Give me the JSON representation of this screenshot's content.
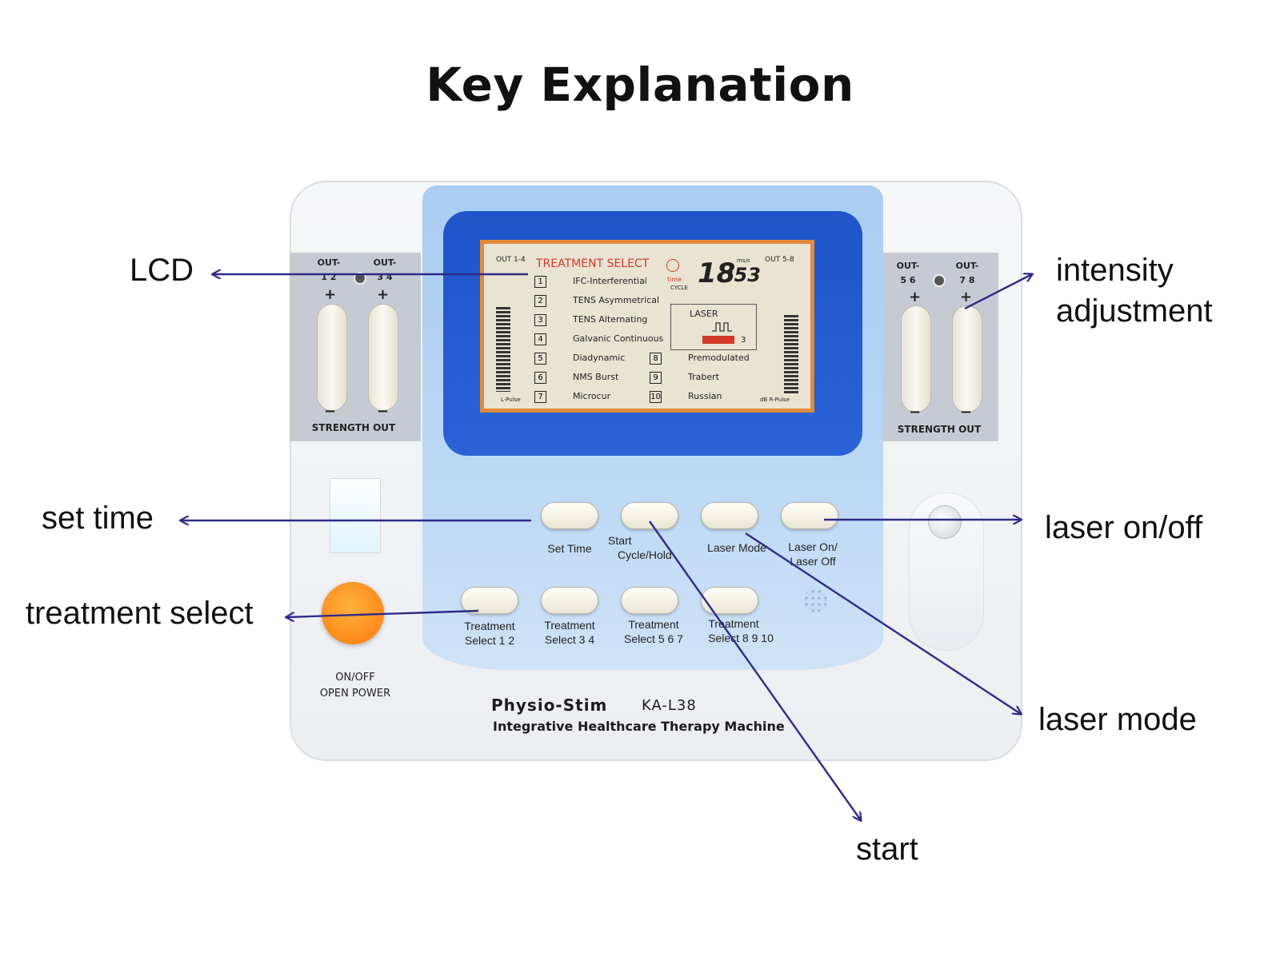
{
  "title": "Key Explanation",
  "callouts": {
    "lcd": "LCD",
    "intensity_line1": "intensity",
    "intensity_line2": "adjustment",
    "set_time": "set time",
    "laser_onoff": "laser on/off",
    "treatment_select": "treatment select",
    "laser_mode": "laser mode",
    "start": "start"
  },
  "device": {
    "left_out1": "OUT-",
    "left_out2": "OUT-",
    "left_ch1": "1 2",
    "left_ch2": "3 4",
    "right_out1": "OUT-",
    "right_out2": "OUT-",
    "right_ch1": "5 6",
    "right_ch2": "7 8",
    "plus": "+",
    "minus": "−",
    "strength_left": "STRENGTH OUT",
    "strength_right": "STRENGTH OUT",
    "power_line1": "ON/OFF",
    "power_line2": "OPEN POWER",
    "brand": "Physio-Stim",
    "model": "KA-L38",
    "tagline": "Integrative Healthcare Therapy Machine"
  },
  "lcd": {
    "out_left": "OUT 1-4",
    "out_right": "OUT 5-8",
    "header": "TREATMENT SELECT",
    "time_label": "time",
    "cycle_label": "CYCLE",
    "ms_label": "ms/s",
    "time_big": "18",
    "time_small": ":53",
    "laser": "LASER",
    "laser_level": "3",
    "pulse_left": "L-Pulse",
    "pulse_right": "dB R-Pulse",
    "modes": [
      {
        "num": "1",
        "name": "IFC-Interferential"
      },
      {
        "num": "2",
        "name": "TENS Asymmetrical"
      },
      {
        "num": "3",
        "name": "TENS Alternating"
      },
      {
        "num": "4",
        "name": "Galvanic Continuous"
      },
      {
        "num": "5",
        "name": "Diadynamic"
      },
      {
        "num": "6",
        "name": "NMS Burst"
      },
      {
        "num": "7",
        "name": "Microcur"
      },
      {
        "num": "8",
        "name": "Premodulated"
      },
      {
        "num": "9",
        "name": "Trabert"
      },
      {
        "num": "10",
        "name": "Russian"
      }
    ]
  },
  "buttons": {
    "set_time": "Set Time",
    "start_1": "Start",
    "start_2": "Cycle/Hold",
    "laser_mode": "Laser Mode",
    "laser_onoff_1": "Laser On/",
    "laser_onoff_2": "Laser Off",
    "ts12_1": "Treatment",
    "ts12_2": "Select 1 2",
    "ts34_1": "Treatment",
    "ts34_2": "Select 3 4",
    "ts567_1": "Treatment",
    "ts567_2": "Select 5 6 7",
    "ts8910_1": "Treatment",
    "ts8910_2": "Select 8 9 10"
  },
  "colors": {
    "arrow": "#2e2a8a",
    "bezel": "#2a62d6",
    "panel": "#bcd8f5",
    "lcd_header": "#d23a2a",
    "power": "#ff8a1a"
  }
}
